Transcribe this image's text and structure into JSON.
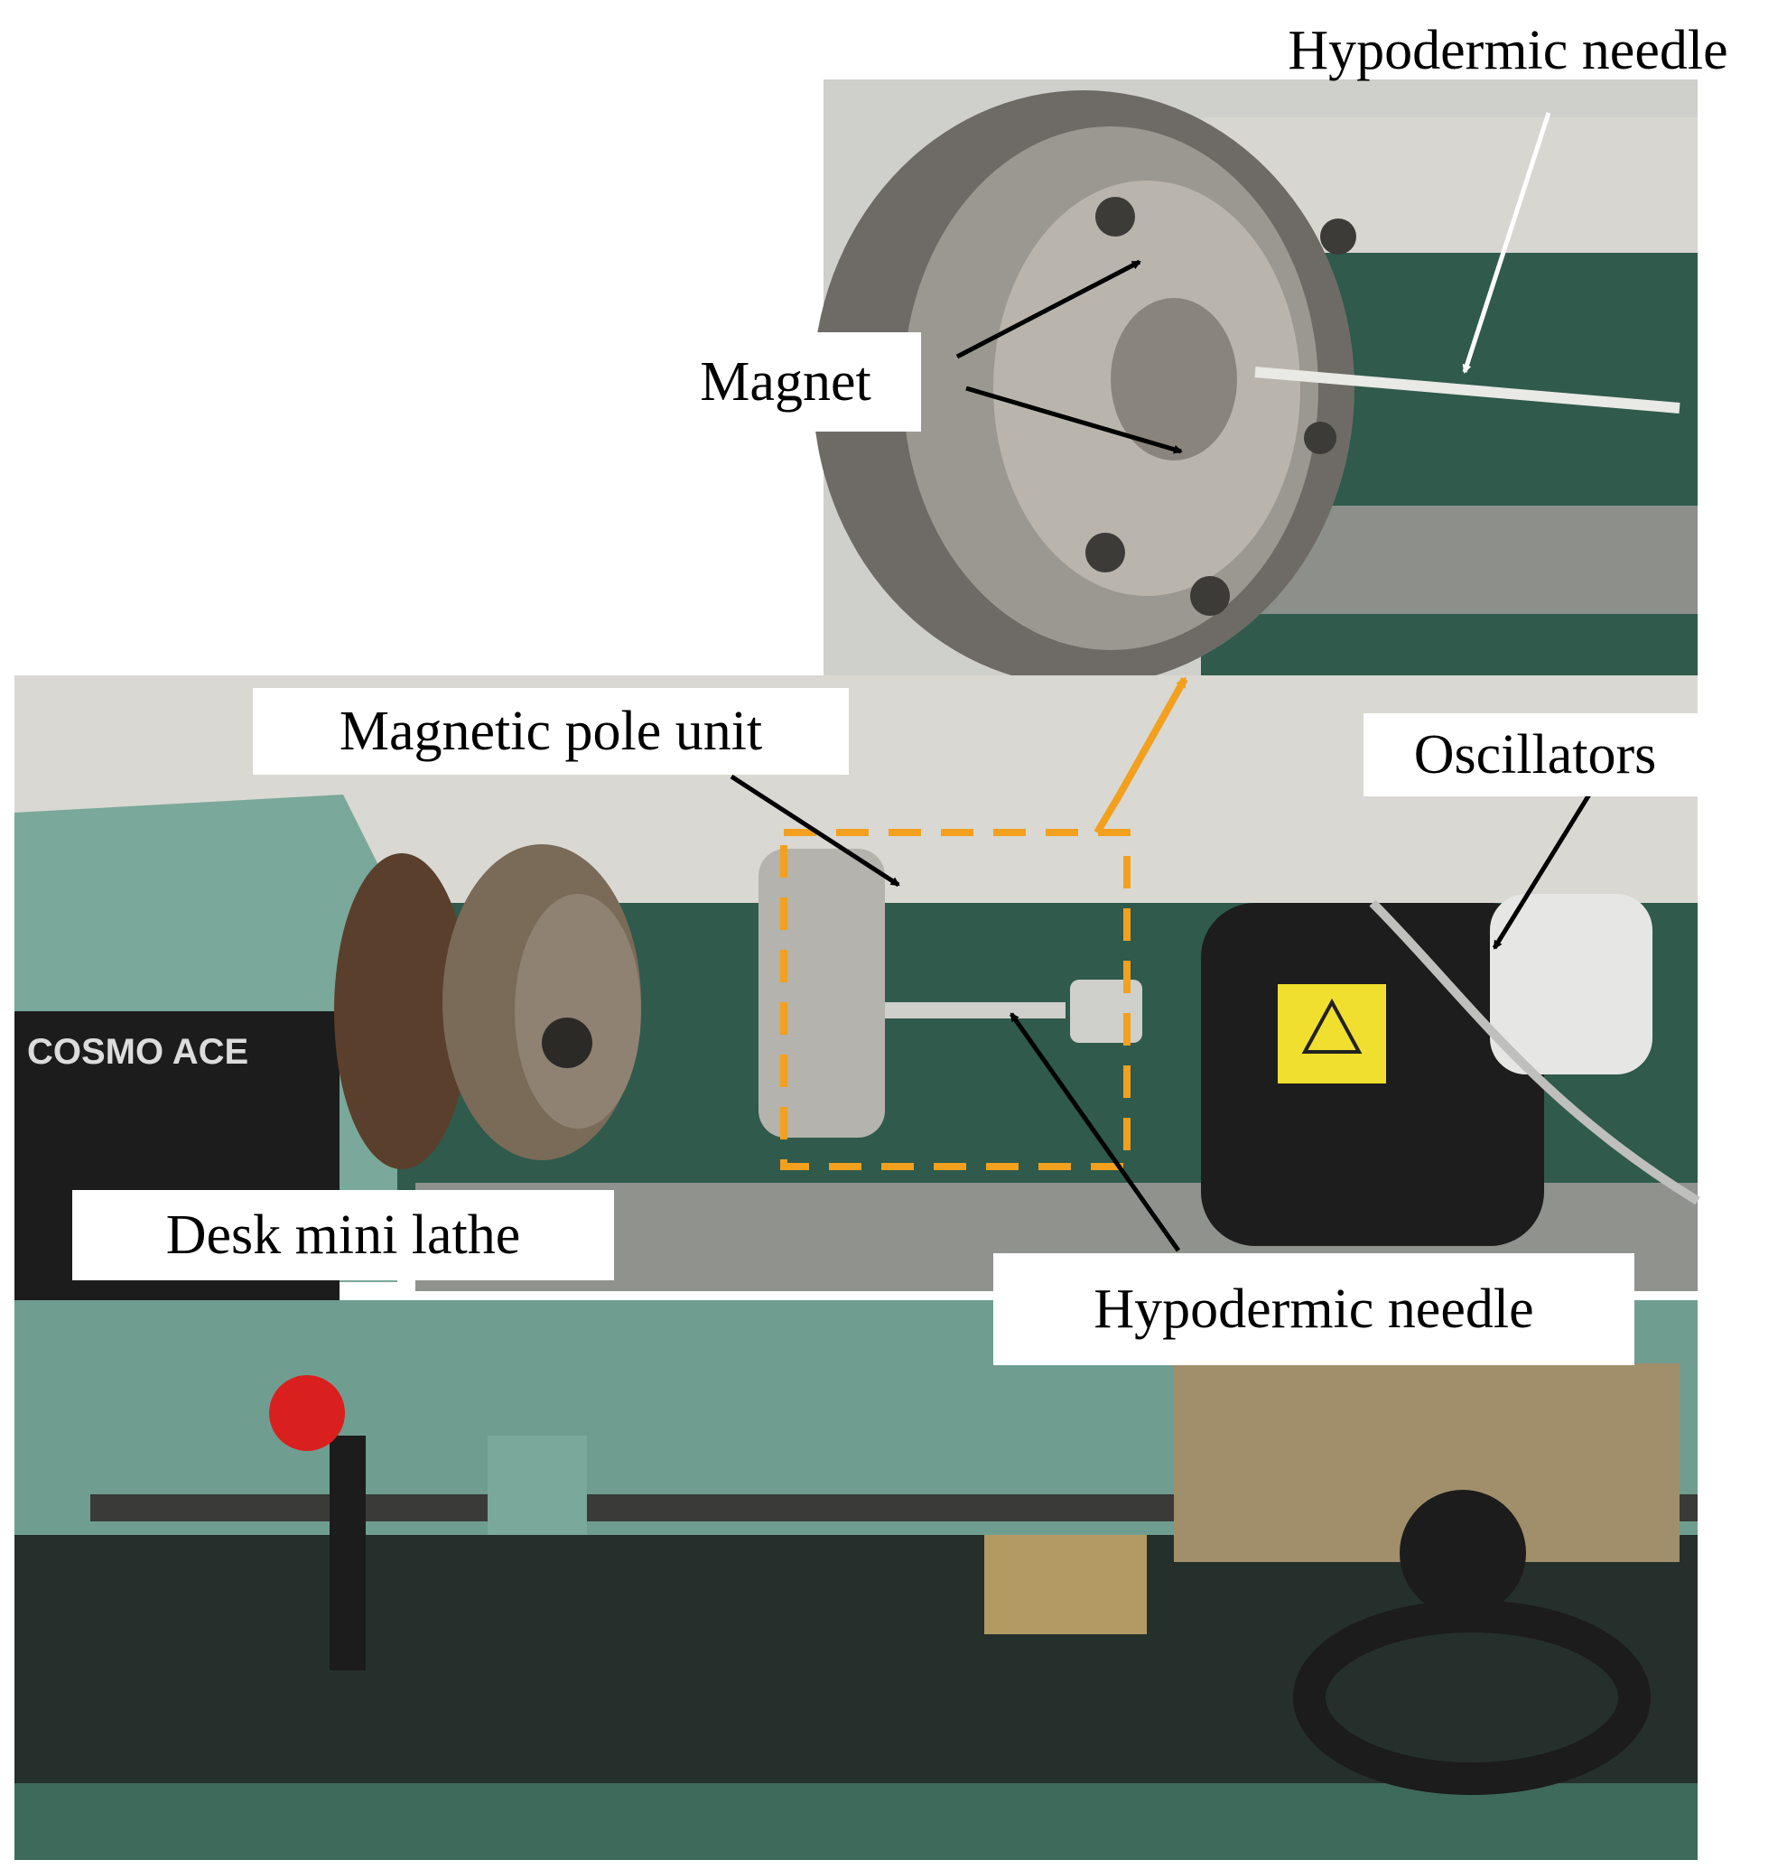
{
  "labels": {
    "top_needle": "Hypodermic needle",
    "magnet": "Magnet",
    "pole_unit": "Magnetic pole unit",
    "oscillators": "Oscillators",
    "lathe": "Desk mini lathe",
    "needle_bottom": "Hypodermic needle"
  },
  "nameplate": {
    "brand": "COSMO ACE"
  },
  "colors": {
    "wall": "#d9d8d2",
    "lathe_green": "#7aa89a",
    "bed_green": "#2f5a4c",
    "metal": "#a6a7a3",
    "callout_orange": "#f2a01e",
    "knob_red": "#d9201f",
    "motor_black": "#1d1d1d"
  }
}
